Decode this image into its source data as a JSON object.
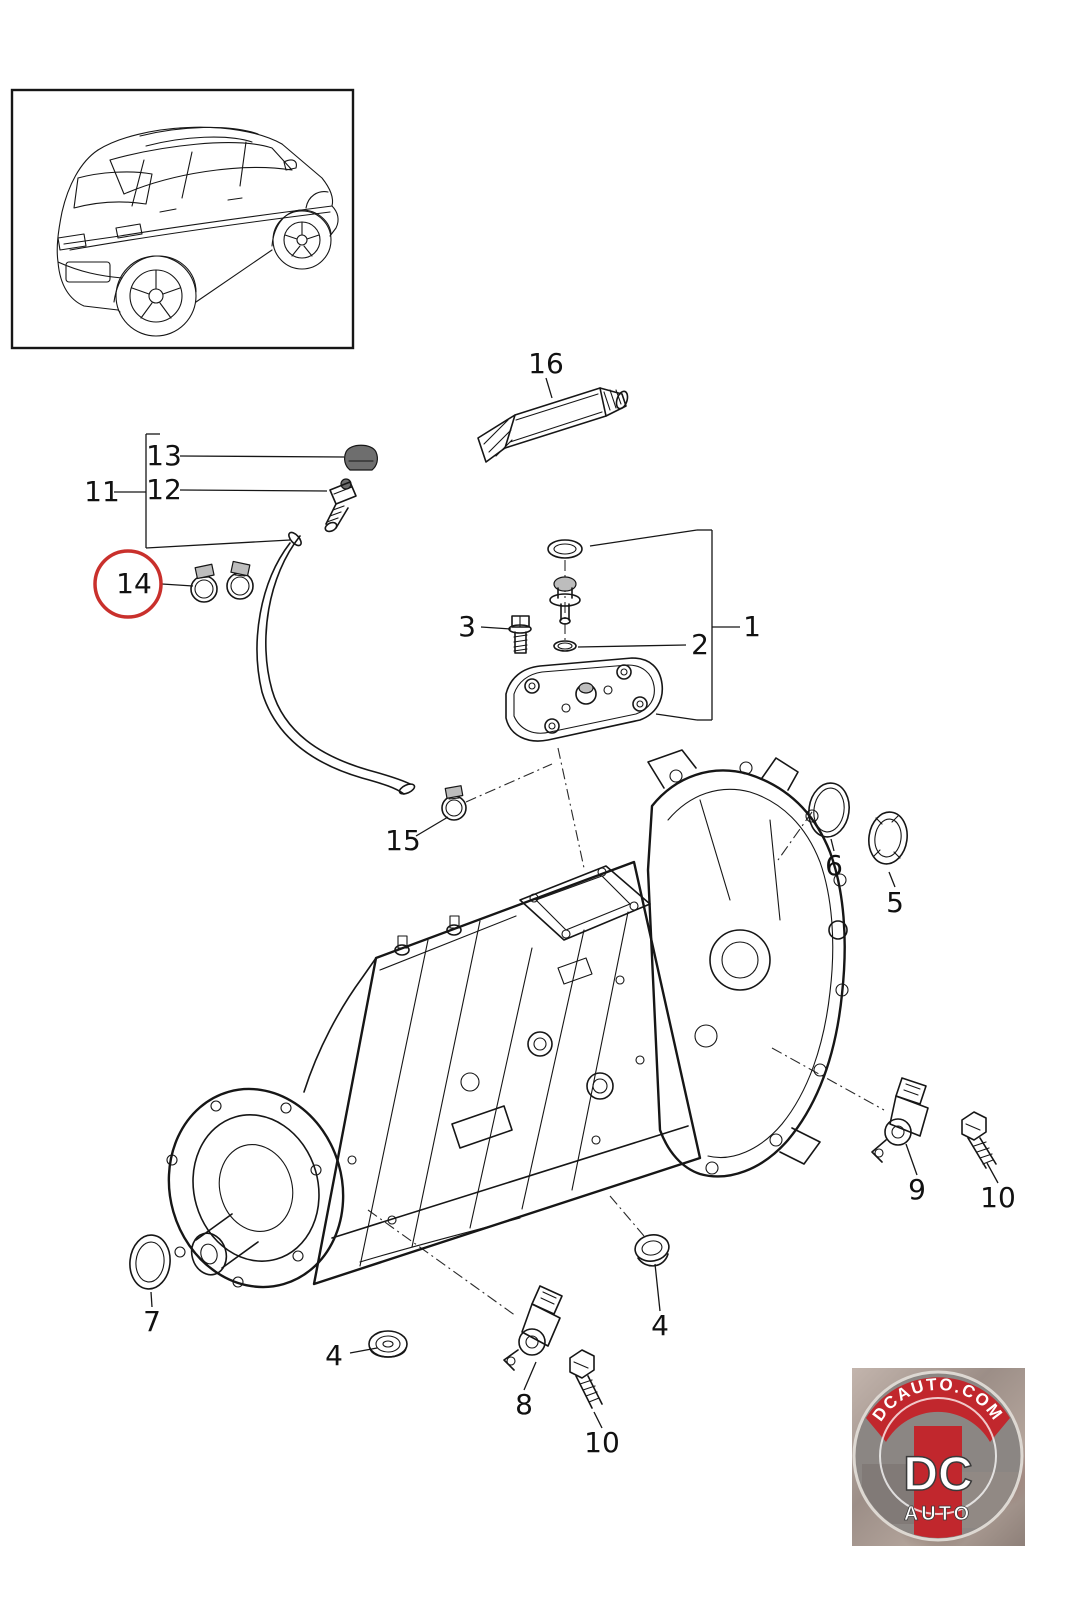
{
  "colors": {
    "line": "#161616",
    "highlight_red": "#c9302c",
    "badge_red": "#c1272d",
    "background": "#ffffff"
  },
  "callouts": [
    {
      "text": "16"
    },
    {
      "text": "13"
    },
    {
      "text": "12"
    },
    {
      "text": "11"
    },
    {
      "text": "14"
    },
    {
      "text": "3"
    },
    {
      "text": "2"
    },
    {
      "text": "1"
    },
    {
      "text": "15"
    },
    {
      "text": "6"
    },
    {
      "text": "5"
    },
    {
      "text": "9"
    },
    {
      "text": "10"
    },
    {
      "text": "7"
    },
    {
      "text": "4"
    },
    {
      "text": "4"
    },
    {
      "text": "8"
    },
    {
      "text": "10"
    }
  ],
  "watermark": {
    "arc_text": "DCAUTO.COM",
    "brand": "DC",
    "sub": "AUTO"
  }
}
